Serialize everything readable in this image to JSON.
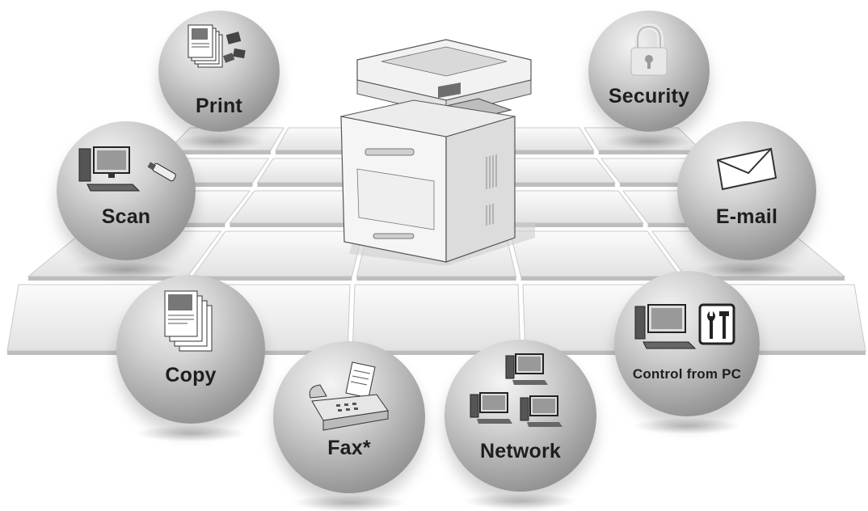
{
  "features": {
    "print": {
      "label": "Print",
      "icon": "document-stack-with-cards-icon"
    },
    "scan": {
      "label": "Scan",
      "icon": "computer-with-usb-stick-icon"
    },
    "copy": {
      "label": "Copy",
      "icon": "copied-pages-icon"
    },
    "fax": {
      "label": "Fax*",
      "icon": "fax-machine-icon"
    },
    "network": {
      "label": "Network",
      "icon": "networked-computers-icon"
    },
    "control_pc": {
      "label": "Control from PC",
      "icon": "computer-with-tools-icon"
    },
    "email": {
      "label": "E-mail",
      "icon": "envelope-icon"
    },
    "security": {
      "label": "Security",
      "icon": "padlock-icon"
    }
  },
  "center": {
    "icon": "multifunction-printer-icon"
  },
  "colors": {
    "sphere_light": "#f4f4f4",
    "sphere_dark": "#7a7a7a",
    "tile": "#f2f2f2",
    "tile_edge": "#bdbdbd",
    "label": "#1e1e1e"
  }
}
